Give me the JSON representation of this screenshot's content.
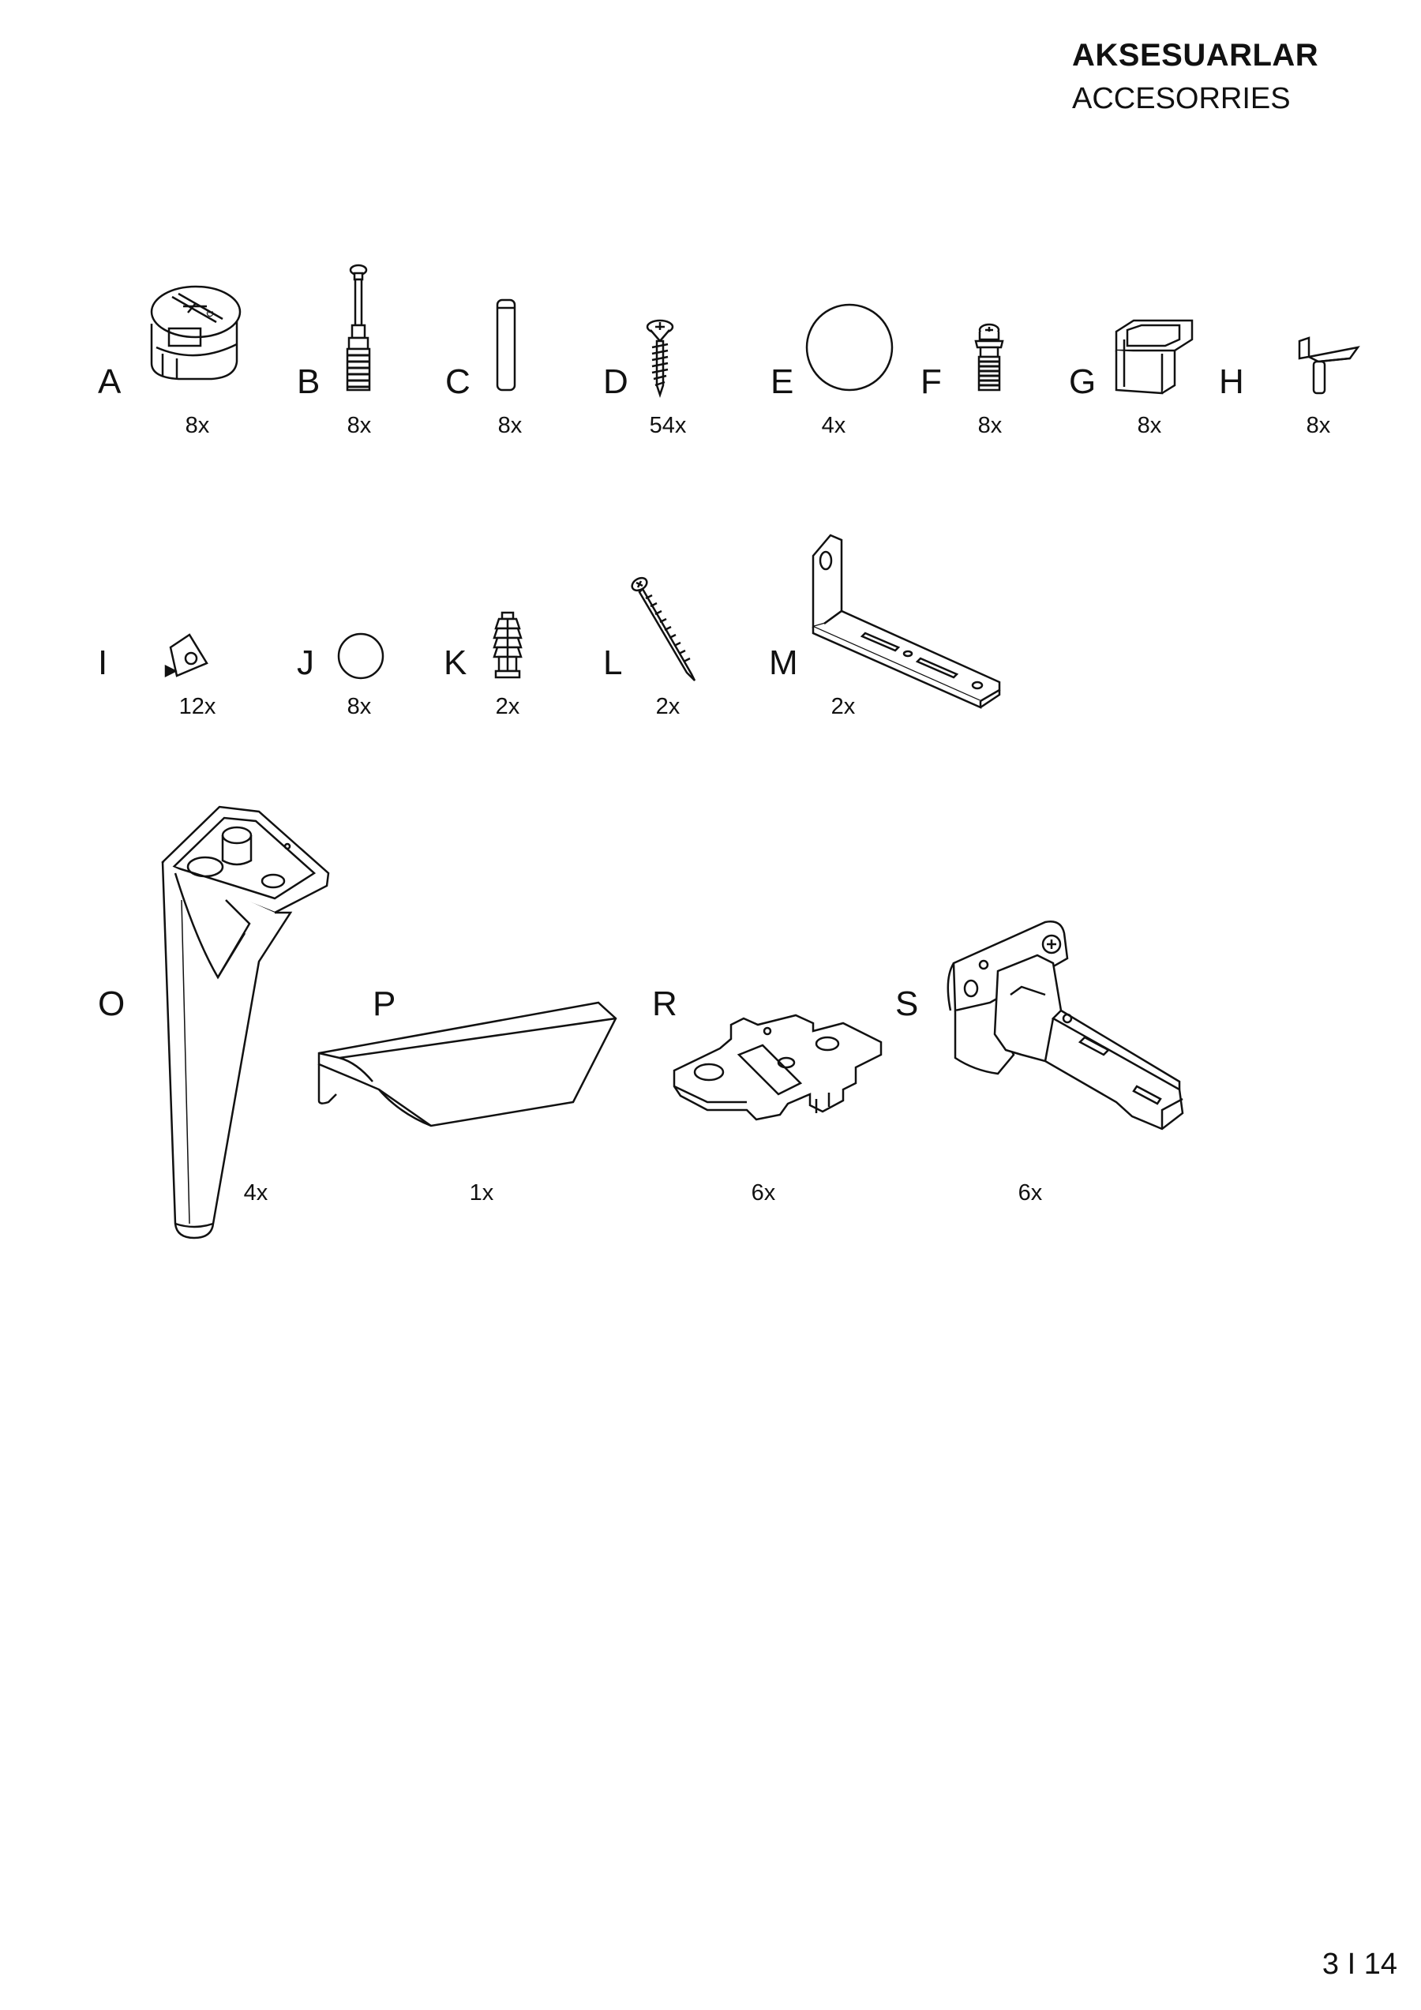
{
  "header": {
    "title_tr": "AKSESUARLAR",
    "title_en": "ACCESORRIES"
  },
  "parts": [
    {
      "letter": "A",
      "qty": "8x",
      "icon": "cam-lock-connector-icon"
    },
    {
      "letter": "B",
      "qty": "8x",
      "icon": "connecting-bolt-icon"
    },
    {
      "letter": "C",
      "qty": "8x",
      "icon": "wooden-dowel-icon"
    },
    {
      "letter": "D",
      "qty": "54x",
      "icon": "wood-screw-icon"
    },
    {
      "letter": "E",
      "qty": "4x",
      "icon": "round-pad-icon"
    },
    {
      "letter": "F",
      "qty": "8x",
      "icon": "short-screw-icon"
    },
    {
      "letter": "G",
      "qty": "8x",
      "icon": "shelf-clip-icon"
    },
    {
      "letter": "H",
      "qty": "8x",
      "icon": "shelf-support-pin-icon"
    },
    {
      "letter": "I",
      "qty": "12x",
      "icon": "cover-cap-icon"
    },
    {
      "letter": "J",
      "qty": "8x",
      "icon": "round-cap-icon"
    },
    {
      "letter": "K",
      "qty": "2x",
      "icon": "wall-plug-icon"
    },
    {
      "letter": "L",
      "qty": "2x",
      "icon": "long-screw-icon"
    },
    {
      "letter": "M",
      "qty": "2x",
      "icon": "wall-bracket-icon"
    },
    {
      "letter": "O",
      "qty": "4x",
      "icon": "furniture-leg-icon"
    },
    {
      "letter": "P",
      "qty": "1x",
      "icon": "handle-icon"
    },
    {
      "letter": "R",
      "qty": "6x",
      "icon": "hinge-mounting-plate-icon"
    },
    {
      "letter": "S",
      "qty": "6x",
      "icon": "hinge-icon"
    }
  ],
  "footer": {
    "page_number": "3 I 14"
  }
}
